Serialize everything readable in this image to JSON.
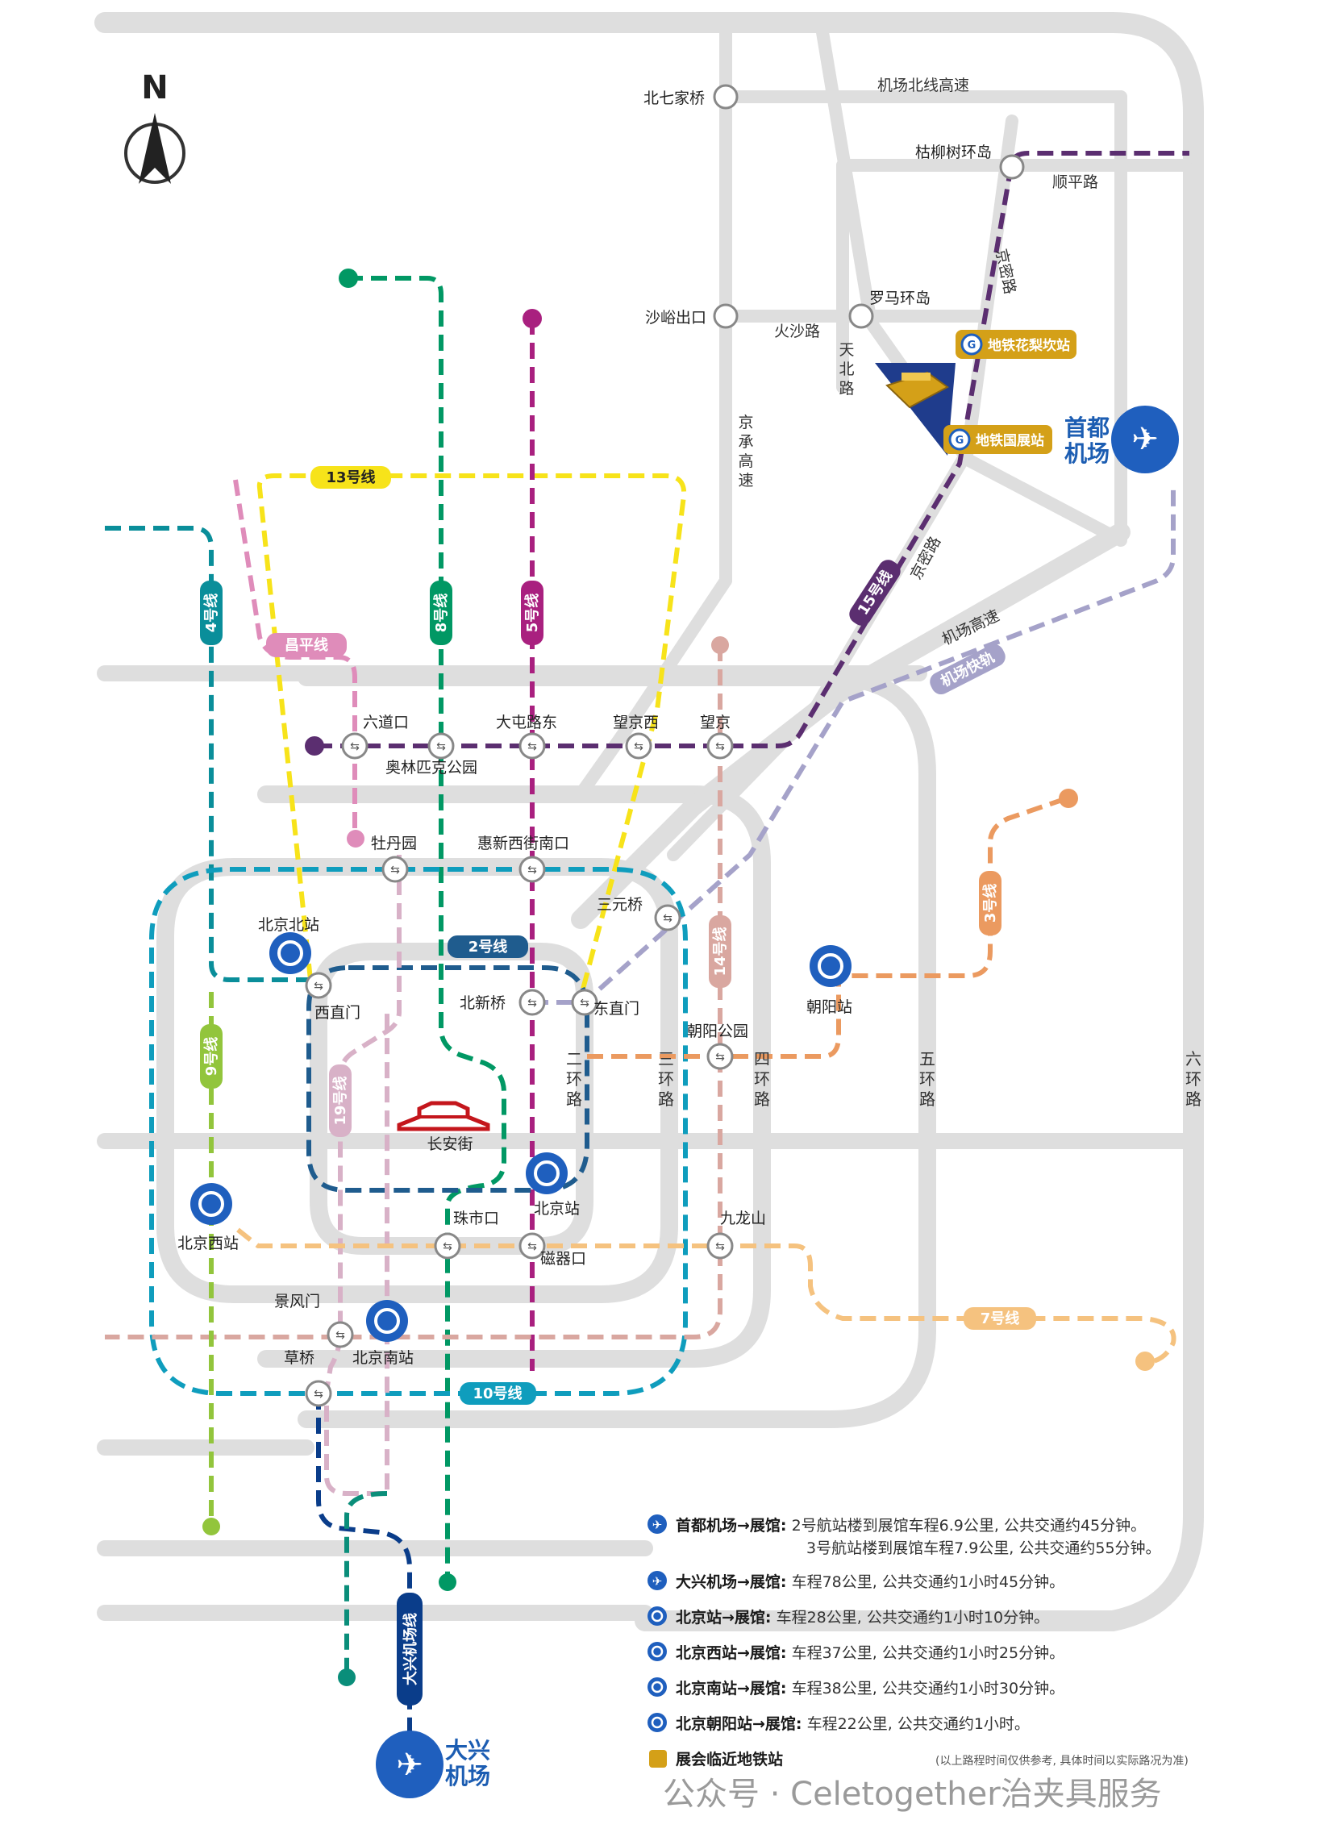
{
  "compass": {
    "label": "N"
  },
  "rings": {
    "second": [
      "二",
      "环",
      "路"
    ],
    "third": [
      "三",
      "环",
      "路"
    ],
    "fourth": [
      "四",
      "环",
      "路"
    ],
    "fifth": [
      "五",
      "环",
      "路"
    ],
    "sixth": [
      "六",
      "环",
      "路"
    ]
  },
  "roads": {
    "airport_north": "机场北线高速",
    "shunping": "顺平路",
    "jingmi_upper": "京密路",
    "jingmi_lower": "京密路",
    "huosha": "火沙路",
    "tianbei": "天北路",
    "jingcheng": "京承高速",
    "airport_expressway": "机场高速"
  },
  "places": {
    "bei7jiaqiao": "北七家桥",
    "kuliushu": "枯柳树环岛",
    "shayu": "沙峪出口",
    "luoma": "罗马环岛"
  },
  "lines": {
    "l13": "13号线",
    "l4": "4号线",
    "l8": "8号线",
    "l5": "5号线",
    "changping": "昌平线",
    "l15": "15号线",
    "airport_express": "机场快轨",
    "l2": "2号线",
    "l14": "14号线",
    "l3": "3号线",
    "l19": "19号线",
    "l9": "9号线",
    "l7": "7号线",
    "l10": "10号线",
    "daxing_express": "大兴机场线"
  },
  "stations": {
    "liudaokou": "六道口",
    "datunlu": "大屯路东",
    "wangjingxi": "望京西",
    "wangjing": "望京",
    "olympic": "奥林匹克公园",
    "mudanyuan": "牡丹园",
    "huixin": "惠新西街南口",
    "sanyuanqiao": "三元桥",
    "beijingbei": "北京北站",
    "xizhimen": "西直门",
    "beixinqiao": "北新桥",
    "dongzhimen": "东直门",
    "chaoyangzhan": "朝阳站",
    "chaoyanggongyuan": "朝阳公园",
    "changanjie": "长安街",
    "beijingzhan": "北京站",
    "beijingxi": "北京西站",
    "zhushikou": "珠市口",
    "ciqikou": "磁器口",
    "jiulongshan": "九龙山",
    "jingfengmen": "景风门",
    "caoqiao": "草桥",
    "beijingnan": "北京南站",
    "huaLiKan": "地铁花梨坎站",
    "guozhan": "地铁国展站"
  },
  "airports": {
    "capital": [
      "首都",
      "机场"
    ],
    "daxing": [
      "大兴",
      "机场"
    ]
  },
  "legend": [
    {
      "icon": "plane-icon",
      "title": "首都机场→展馆:",
      "text": "2号航站楼到展馆车程6.9公里, 公共交通约45分钟。",
      "text2": "3号航站楼到展馆车程7.9公里, 公共交通约55分钟。"
    },
    {
      "icon": "plane-icon",
      "title": "大兴机场→展馆:",
      "text": "车程78公里, 公共交通约1小时45分钟。"
    },
    {
      "icon": "train-icon",
      "title": "北京站→展馆:",
      "text": "车程28公里, 公共交通约1小时10分钟。"
    },
    {
      "icon": "train-icon",
      "title": "北京西站→展馆:",
      "text": "车程37公里, 公共交通约1小时25分钟。"
    },
    {
      "icon": "train-icon",
      "title": "北京南站→展馆:",
      "text": "车程38公里, 公共交通约1小时30分钟。"
    },
    {
      "icon": "train-icon",
      "title": "北京朝阳站→展馆:",
      "text": "车程22公里, 公共交通约1小时。"
    }
  ],
  "legend_metro": "展会临近地铁站",
  "note": "(以上路程时间仅供参考, 具体时间以实际路况为准)",
  "watermark": "公众号 · Celetogether治夹具服务",
  "colors": {
    "l13": "#f7e31a",
    "l4": "#0a8e9a",
    "l8": "#019864",
    "l5": "#a9207f",
    "changping": "#df8cba",
    "l15": "#5b2e70",
    "airport_express": "#a5a2c9",
    "l2": "#1f5c8e",
    "l14": "#d9a7a0",
    "l3": "#eb9a60",
    "l19": "#d8b1c7",
    "l9": "#92c53c",
    "l7": "#f5c27f",
    "l10": "#0f9dbd",
    "daxing": "#0a3d8a",
    "airport_blue": "#1f5fbe",
    "gold": "#d4a018"
  }
}
